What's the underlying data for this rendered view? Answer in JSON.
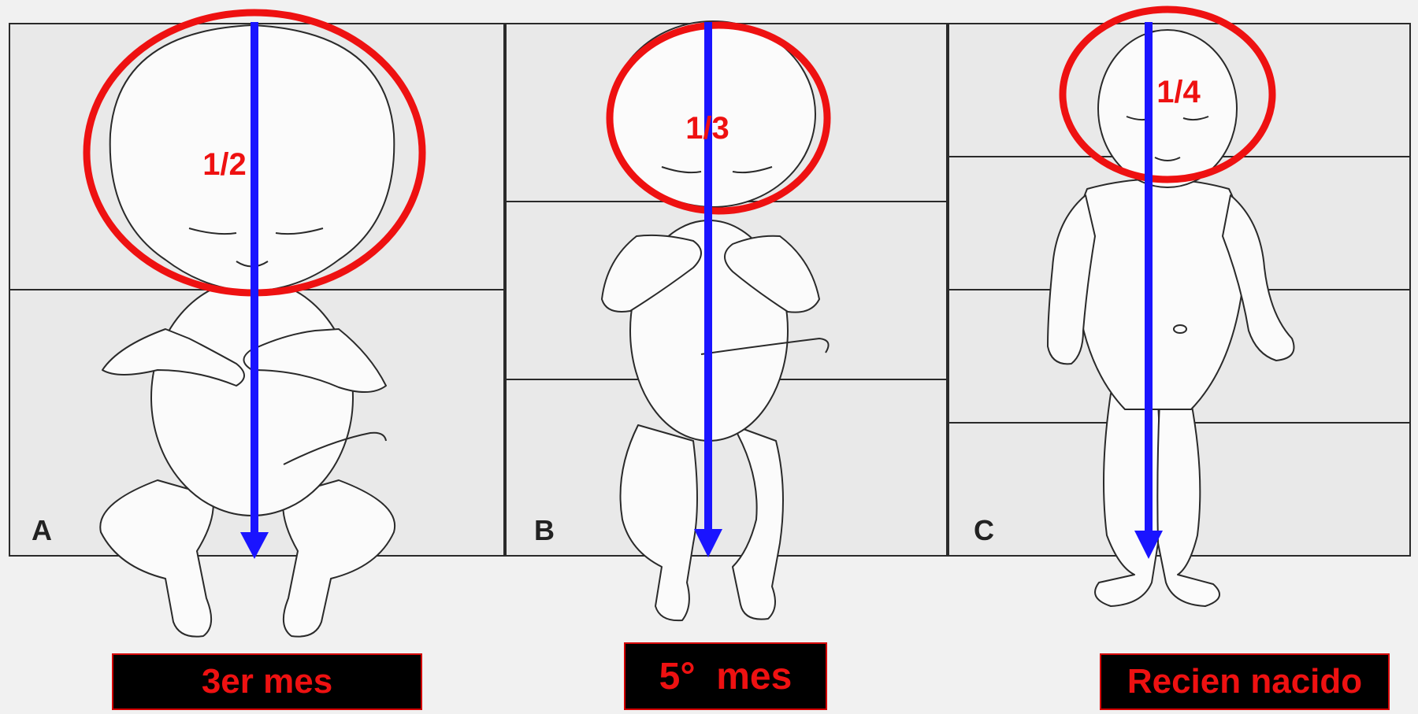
{
  "panels": [
    {
      "letter": "A",
      "ratio": "1/2",
      "caption": "3er mes"
    },
    {
      "letter": "B",
      "ratio": "1/3",
      "caption": "5°  mes"
    },
    {
      "letter": "C",
      "ratio": "1/4",
      "caption": "Recien nacido"
    }
  ],
  "colors": {
    "background": "#f1f1f1",
    "panel_fill": "#e9e9e9",
    "outline": "#2a2a2a",
    "head_circle": "#ee1111",
    "arrow": "#1a14ff",
    "caption_bg": "#000000",
    "caption_text": "#ee1111"
  }
}
